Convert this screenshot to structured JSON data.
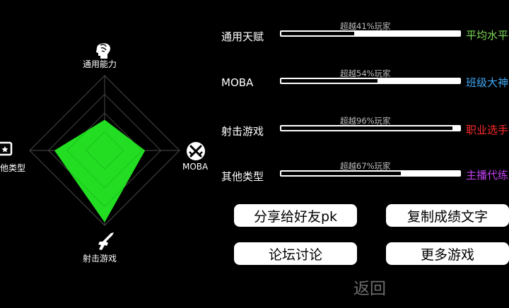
{
  "radar": {
    "axes": [
      {
        "label": "通用能力",
        "icon": "brain-head-icon"
      },
      {
        "label": "MOBA",
        "icon": "crossed-swords-icon"
      },
      {
        "label": "射击游戏",
        "icon": "rifle-icon"
      },
      {
        "label": "他类型",
        "icon": "cards-icon"
      }
    ],
    "values": [
      0.41,
      0.54,
      0.96,
      0.67
    ],
    "fill_color": "#22dd22"
  },
  "stats": [
    {
      "name": "通用天赋",
      "percent_text": "超越41%玩家",
      "percent": 41,
      "tier": "平均水平",
      "tier_color": "#7ed957"
    },
    {
      "name": "MOBA",
      "percent_text": "超越54%玩家",
      "percent": 54,
      "tier": "班级大神",
      "tier_color": "#3fa9f5"
    },
    {
      "name": "射击游戏",
      "percent_text": "超越96%玩家",
      "percent": 96,
      "tier": "职业选手",
      "tier_color": "#ff2a2a"
    },
    {
      "name": "其他类型",
      "percent_text": "超越67%玩家",
      "percent": 67,
      "tier": "主播代练",
      "tier_color": "#c040f0"
    }
  ],
  "buttons": {
    "share": "分享给好友pk",
    "copy": "复制成绩文字",
    "forum": "论坛讨论",
    "more_games": "更多游戏",
    "back": "返回"
  }
}
